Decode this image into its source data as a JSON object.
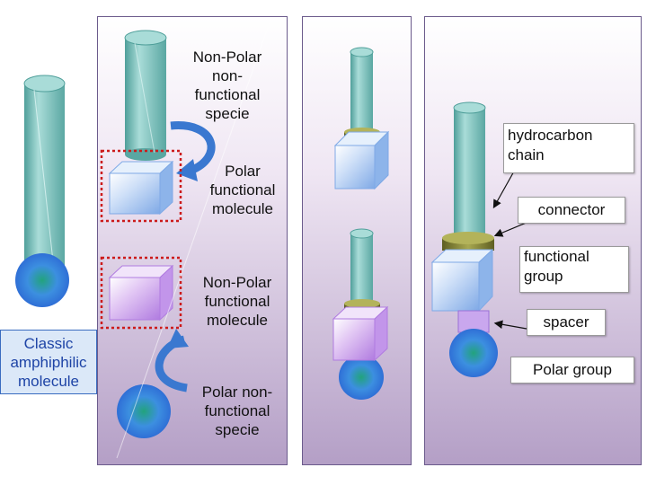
{
  "colors": {
    "cylinder": "#7ec3bf",
    "cylinder_top": "#a9dcd8",
    "cube_blue": "#b9d4f4",
    "cube_purple": "#d6b6ef",
    "sphere_blue": "#2f80e0",
    "sphere_center": "#2aa58c",
    "connector": "#8a8a3a",
    "dotted_red": "#cc1b1b",
    "arrow_blue": "#3a78d0",
    "classic_text": "#1e44a6"
  },
  "labels": {
    "nonpolar_nonfunctional": [
      "Non-Polar",
      "non-",
      "functional",
      "specie"
    ],
    "polar_functional": [
      "Polar",
      "functional",
      "molecule"
    ],
    "nonpolar_functional": [
      "Non-Polar",
      "functional",
      "molecule"
    ],
    "polar_nonfunctional": [
      "Polar non-",
      "functional",
      "specie"
    ],
    "classic": [
      "Classic",
      "amphiphilic",
      "molecule"
    ],
    "hydrocarbon_chain": [
      "hydrocarbon",
      "chain"
    ],
    "connector": [
      "connector"
    ],
    "functional_group": [
      "functional",
      "group"
    ],
    "spacer": [
      "spacer"
    ],
    "polar_group": [
      "Polar group"
    ]
  }
}
